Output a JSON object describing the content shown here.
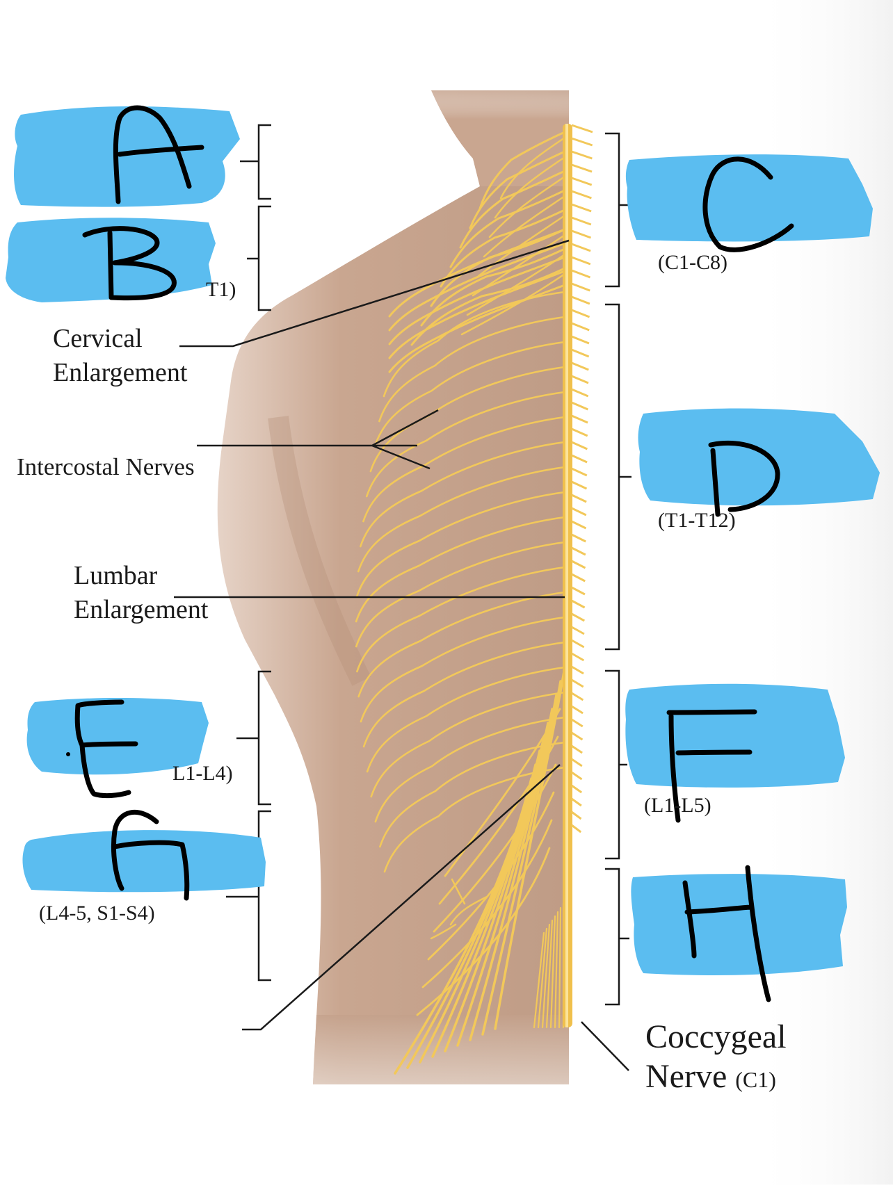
{
  "labels": {
    "a_suffix": "",
    "b_suffix": "T1)",
    "c_range": "(C1-C8)",
    "d_range": "(T1-T12)",
    "e_range": "L1-L4)",
    "f_range": "(L1-L5)",
    "g_range": "(L4-5, S1-S4)",
    "cervical_line1": "Cervical",
    "cervical_line2": "Enlargement",
    "intercostal": "Intercostal Nerves",
    "lumbar_line1": "Lumbar",
    "lumbar_line2": "Enlargement",
    "coccygeal_line1": "Coccygeal",
    "coccygeal_line2": "Nerve",
    "coccygeal_sub": "(C1)"
  },
  "handwritten_letters": [
    "A",
    "B",
    "C",
    "D",
    "E",
    "F",
    "G",
    "H"
  ],
  "colors": {
    "highlight": "#5bbdf0",
    "nerve": "#f2c85a",
    "skin": "#c9a690",
    "line": "#1a1a1a"
  }
}
